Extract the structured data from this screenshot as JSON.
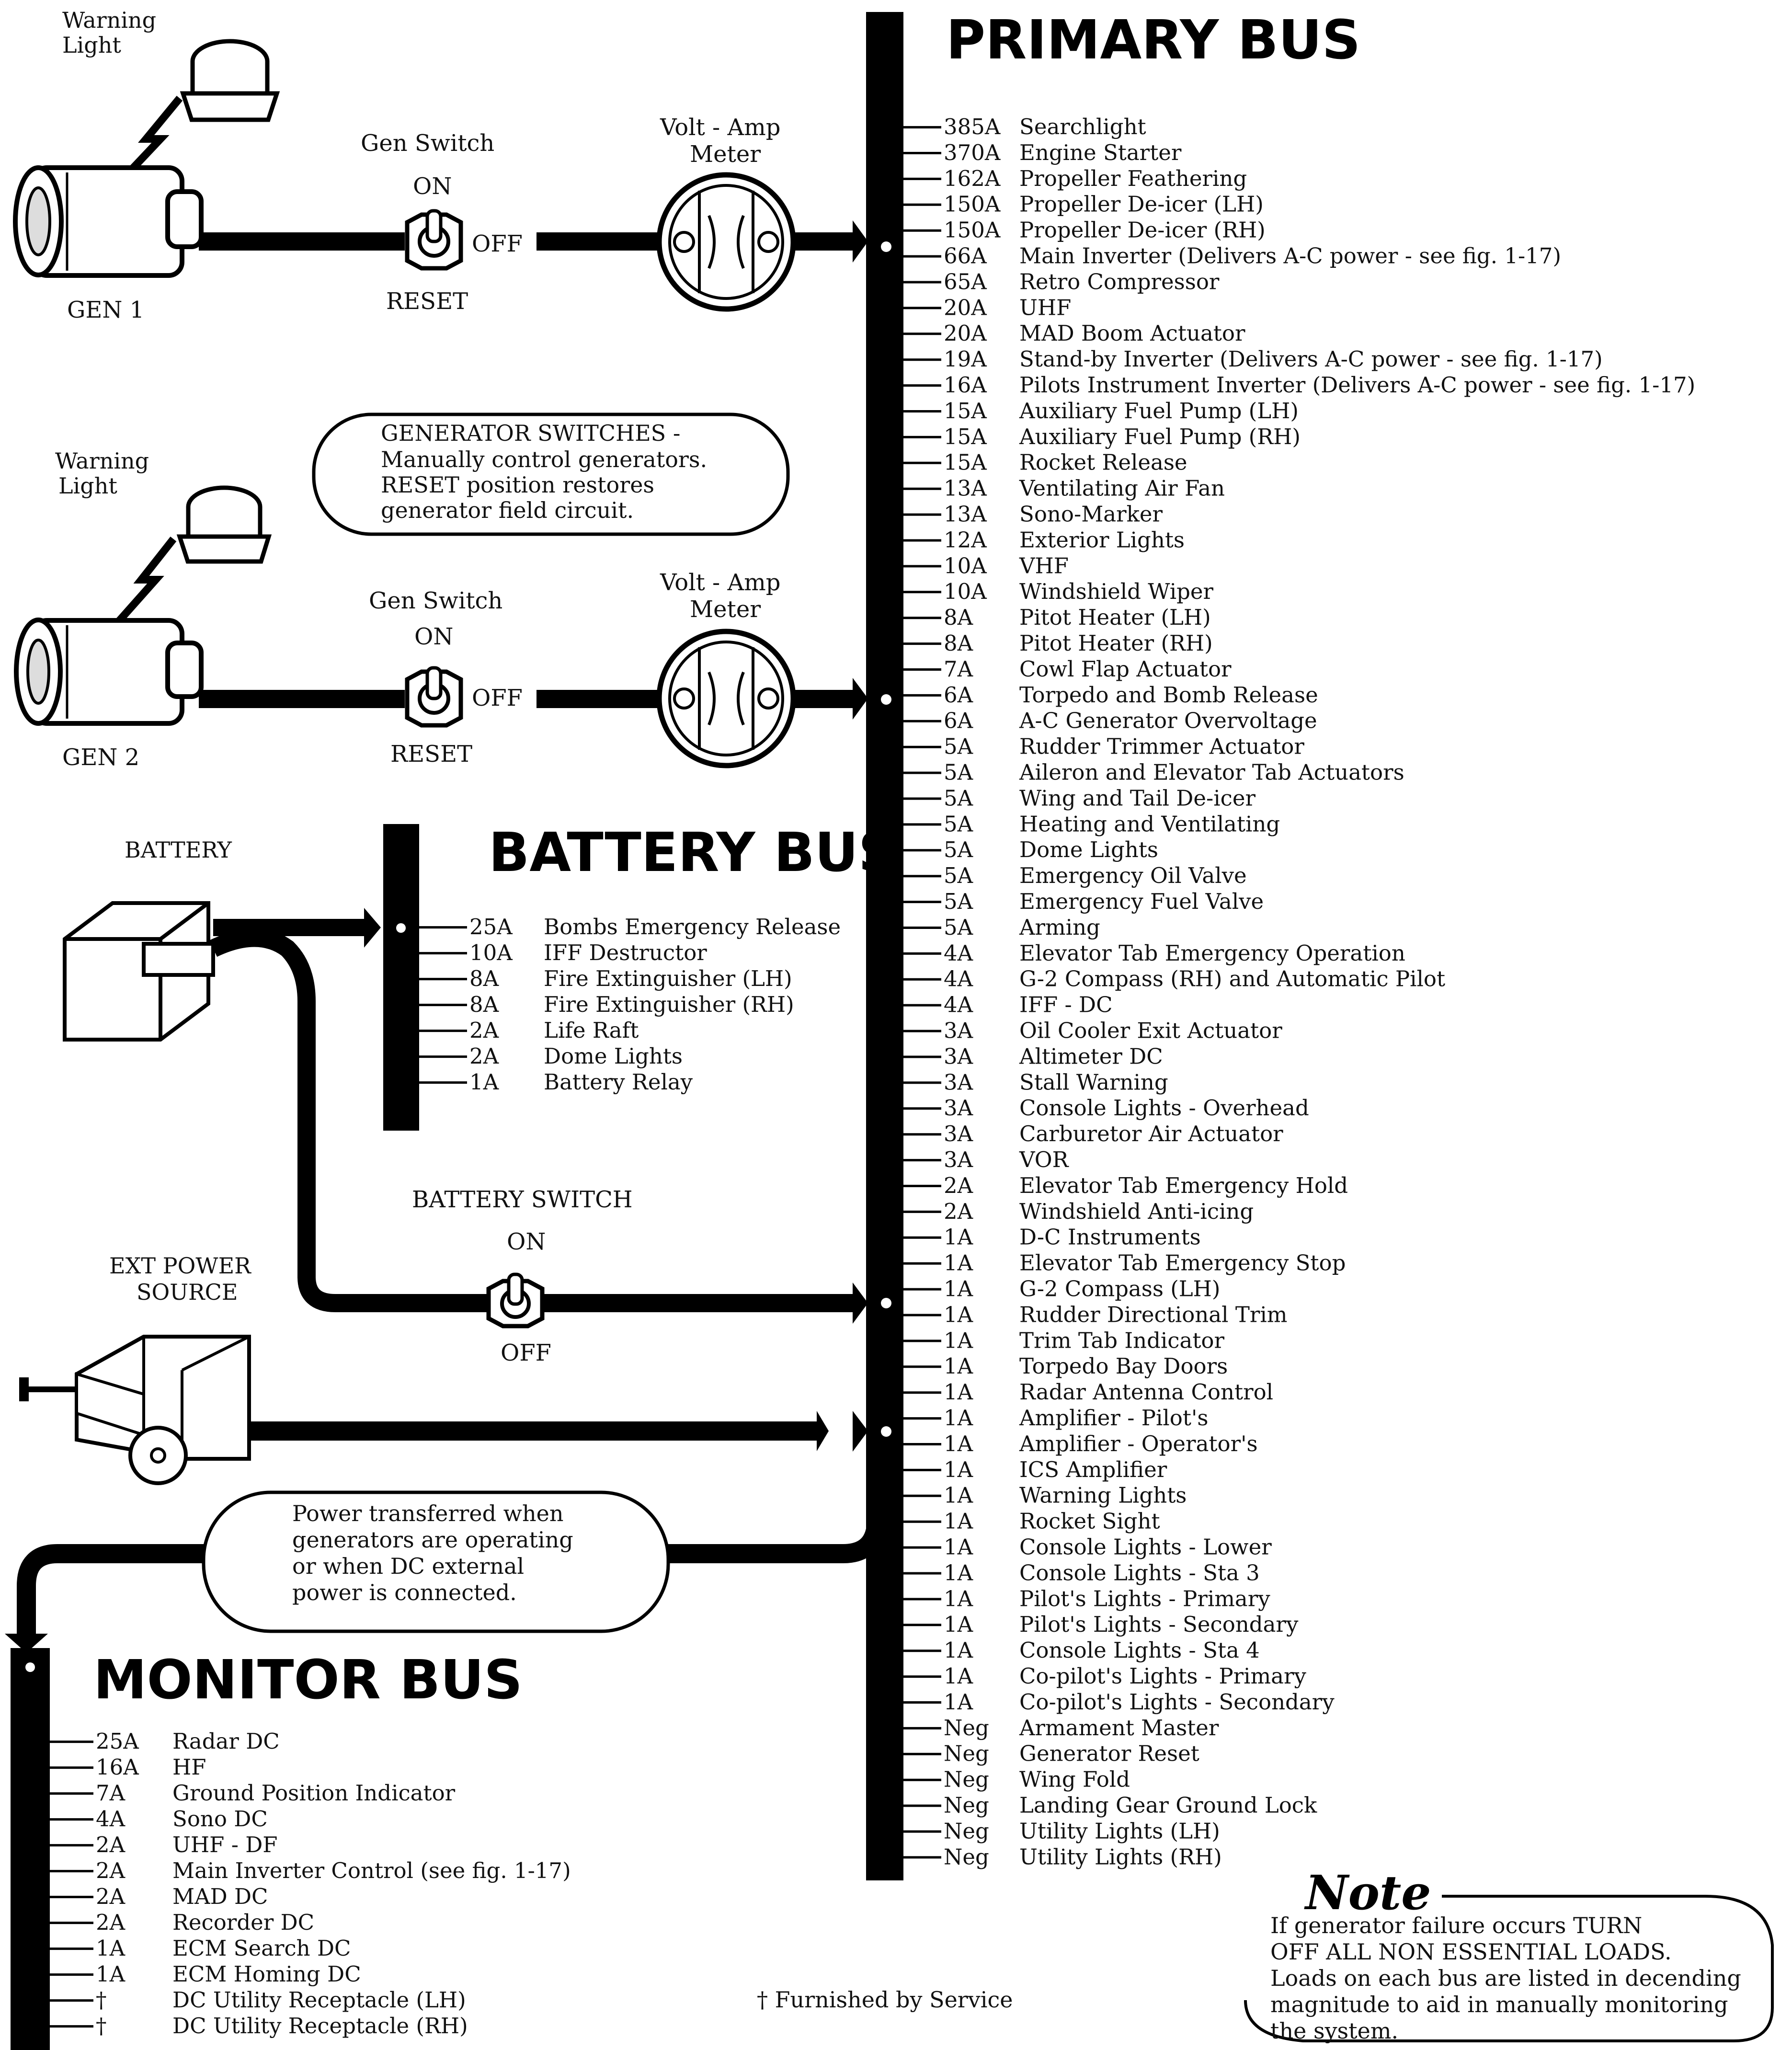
{
  "diagram": {
    "primary_bus": {
      "title": "PRIMARY BUS",
      "loads": [
        {
          "amp": "385A",
          "name": "Searchlight"
        },
        {
          "amp": "370A",
          "name": "Engine Starter"
        },
        {
          "amp": "162A",
          "name": "Propeller Feathering"
        },
        {
          "amp": "150A",
          "name": "Propeller De-icer (LH)"
        },
        {
          "amp": "150A",
          "name": "Propeller De-icer (RH)"
        },
        {
          "amp": "66A",
          "name": "Main Inverter (Delivers A-C power - see fig. 1-17)"
        },
        {
          "amp": "65A",
          "name": "Retro Compressor"
        },
        {
          "amp": "20A",
          "name": "UHF"
        },
        {
          "amp": "20A",
          "name": "MAD Boom Actuator"
        },
        {
          "amp": "19A",
          "name": "Stand-by Inverter (Delivers A-C power - see fig. 1-17)"
        },
        {
          "amp": "16A",
          "name": "Pilots Instrument Inverter (Delivers A-C power - see fig. 1-17)"
        },
        {
          "amp": "15A",
          "name": "Auxiliary Fuel Pump (LH)"
        },
        {
          "amp": "15A",
          "name": "Auxiliary Fuel Pump (RH)"
        },
        {
          "amp": "15A",
          "name": "Rocket Release"
        },
        {
          "amp": "13A",
          "name": "Ventilating Air Fan"
        },
        {
          "amp": "13A",
          "name": "Sono-Marker"
        },
        {
          "amp": "12A",
          "name": "Exterior Lights"
        },
        {
          "amp": "10A",
          "name": "VHF"
        },
        {
          "amp": "10A",
          "name": "Windshield Wiper"
        },
        {
          "amp": "8A",
          "name": "Pitot Heater (LH)"
        },
        {
          "amp": "8A",
          "name": "Pitot Heater (RH)"
        },
        {
          "amp": "7A",
          "name": "Cowl Flap Actuator"
        },
        {
          "amp": "6A",
          "name": "Torpedo and Bomb Release"
        },
        {
          "amp": "6A",
          "name": "A-C Generator Overvoltage"
        },
        {
          "amp": "5A",
          "name": "Rudder Trimmer Actuator"
        },
        {
          "amp": "5A",
          "name": "Aileron and Elevator Tab Actuators"
        },
        {
          "amp": "5A",
          "name": "Wing and Tail De-icer"
        },
        {
          "amp": "5A",
          "name": "Heating and Ventilating"
        },
        {
          "amp": "5A",
          "name": "Dome Lights"
        },
        {
          "amp": "5A",
          "name": "Emergency Oil Valve"
        },
        {
          "amp": "5A",
          "name": "Emergency Fuel Valve"
        },
        {
          "amp": "5A",
          "name": "Arming"
        },
        {
          "amp": "4A",
          "name": "Elevator Tab Emergency Operation"
        },
        {
          "amp": "4A",
          "name": "G-2 Compass (RH) and Automatic Pilot"
        },
        {
          "amp": "4A",
          "name": "IFF - DC"
        },
        {
          "amp": "3A",
          "name": "Oil Cooler Exit Actuator"
        },
        {
          "amp": "3A",
          "name": "Altimeter DC"
        },
        {
          "amp": "3A",
          "name": "Stall Warning"
        },
        {
          "amp": "3A",
          "name": "Console Lights - Overhead"
        },
        {
          "amp": "3A",
          "name": "Carburetor Air Actuator"
        },
        {
          "amp": "3A",
          "name": "VOR"
        },
        {
          "amp": "2A",
          "name": "Elevator Tab Emergency Hold"
        },
        {
          "amp": "2A",
          "name": "Windshield Anti-icing"
        },
        {
          "amp": "1A",
          "name": "D-C Instruments"
        },
        {
          "amp": "1A",
          "name": "Elevator Tab Emergency Stop"
        },
        {
          "amp": "1A",
          "name": "G-2 Compass (LH)"
        },
        {
          "amp": "1A",
          "name": "Rudder Directional Trim"
        },
        {
          "amp": "1A",
          "name": "Trim Tab Indicator"
        },
        {
          "amp": "1A",
          "name": "Torpedo Bay Doors"
        },
        {
          "amp": "1A",
          "name": "Radar Antenna Control"
        },
        {
          "amp": "1A",
          "name": "Amplifier - Pilot's"
        },
        {
          "amp": "1A",
          "name": "Amplifier - Operator's"
        },
        {
          "amp": "1A",
          "name": "ICS Amplifier"
        },
        {
          "amp": "1A",
          "name": "Warning Lights"
        },
        {
          "amp": "1A",
          "name": "Rocket Sight"
        },
        {
          "amp": "1A",
          "name": "Console Lights - Lower"
        },
        {
          "amp": "1A",
          "name": "Console Lights - Sta 3"
        },
        {
          "amp": "1A",
          "name": "Pilot's Lights - Primary"
        },
        {
          "amp": "1A",
          "name": "Pilot's Lights - Secondary"
        },
        {
          "amp": "1A",
          "name": "Console Lights - Sta 4"
        },
        {
          "amp": "1A",
          "name": "Co-pilot's Lights - Primary"
        },
        {
          "amp": "1A",
          "name": "Co-pilot's Lights - Secondary"
        },
        {
          "amp": "Neg",
          "name": "Armament Master"
        },
        {
          "amp": "Neg",
          "name": "Generator Reset"
        },
        {
          "amp": "Neg",
          "name": "Wing Fold"
        },
        {
          "amp": "Neg",
          "name": "Landing Gear Ground Lock"
        },
        {
          "amp": "Neg",
          "name": "Utility Lights (LH)"
        },
        {
          "amp": "Neg",
          "name": "Utility Lights (RH)"
        }
      ]
    },
    "battery_bus": {
      "title": "BATTERY BUS",
      "loads": [
        {
          "amp": "25A",
          "name": "Bombs Emergency Release"
        },
        {
          "amp": "10A",
          "name": "IFF Destructor"
        },
        {
          "amp": "8A",
          "name": "Fire Extinguisher (LH)"
        },
        {
          "amp": "8A",
          "name": "Fire Extinguisher (RH)"
        },
        {
          "amp": "2A",
          "name": "Life Raft"
        },
        {
          "amp": "2A",
          "name": "Dome Lights"
        },
        {
          "amp": "1A",
          "name": "Battery Relay"
        }
      ]
    },
    "monitor_bus": {
      "title": "MONITOR BUS",
      "loads": [
        {
          "amp": "25A",
          "name": "Radar DC"
        },
        {
          "amp": "16A",
          "name": "HF"
        },
        {
          "amp": "7A",
          "name": "Ground Position Indicator"
        },
        {
          "amp": "4A",
          "name": "Sono DC"
        },
        {
          "amp": "2A",
          "name": "UHF - DF"
        },
        {
          "amp": "2A",
          "name": "Main Inverter Control (see fig. 1-17)"
        },
        {
          "amp": "2A",
          "name": "MAD DC"
        },
        {
          "amp": "2A",
          "name": "Recorder DC"
        },
        {
          "amp": "1A",
          "name": "ECM Search DC"
        },
        {
          "amp": "1A",
          "name": "ECM Homing DC"
        },
        {
          "amp": "†",
          "name": "DC Utility Receptacle (LH)"
        },
        {
          "amp": "†",
          "name": "DC Utility Receptacle (RH)"
        }
      ]
    },
    "gen1": {
      "warning_light": [
        "Warning",
        "Light"
      ],
      "label": "GEN 1",
      "switch_title": "Gen Switch",
      "on": "ON",
      "off": "OFF",
      "reset": "RESET",
      "meter": [
        "Volt - Amp",
        "Meter"
      ]
    },
    "gen2": {
      "warning_light": [
        "Warning",
        "Light"
      ],
      "label": "GEN 2",
      "switch_title": "Gen Switch",
      "on": "ON",
      "off": "OFF",
      "reset": "RESET",
      "meter": [
        "Volt - Amp",
        "Meter"
      ]
    },
    "gen_switch_note": [
      "GENERATOR SWITCHES -",
      "Manually control generators.",
      "RESET position restores",
      "generator field circuit."
    ],
    "battery": {
      "label": "BATTERY",
      "switch_title": "BATTERY SWITCH",
      "on": "ON",
      "off": "OFF"
    },
    "ext_power": {
      "label": [
        "EXT POWER",
        "SOURCE"
      ]
    },
    "transfer_note": [
      "Power transferred when",
      "generators are operating",
      "or when DC external",
      "power is connected."
    ],
    "furnished": "† Furnished by Service",
    "note": {
      "title": "Note",
      "lines": [
        "If generator failure occurs TURN",
        "OFF ALL NON ESSENTIAL LOADS.",
        "Loads on each bus are listed in decending",
        "magnitude to aid in manually monitoring",
        "the system."
      ]
    }
  }
}
